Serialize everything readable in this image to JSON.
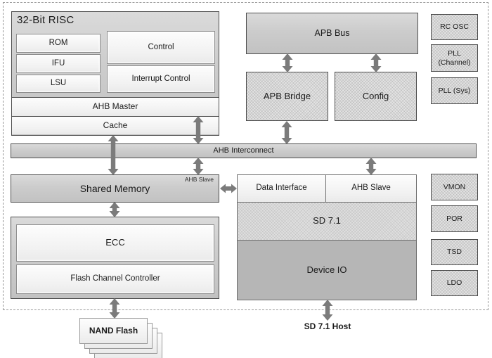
{
  "risc": {
    "title": "32-Bit RISC",
    "rom": "ROM",
    "ifu": "IFU",
    "lsu": "LSU",
    "control": "Control",
    "interrupt_control": "Interrupt Control",
    "ahb_master": "AHB Master",
    "cache": "Cache"
  },
  "apb_bus": "APB Bus",
  "apb_bridge": "APB Bridge",
  "config": "Config",
  "clocks": [
    {
      "label": "RC OSC"
    },
    {
      "label": "PLL (Channel)"
    },
    {
      "label": "PLL (Sys)"
    }
  ],
  "interconnect": "AHB Interconnect",
  "shared_memory": {
    "label": "Shared Memory",
    "ahb_slave_tag": "AHB Slave"
  },
  "sd_block": {
    "data_interface": "Data Interface",
    "ahb_slave": "AHB Slave",
    "sd": "SD 7.1",
    "device_io": "Device IO"
  },
  "flash_block": {
    "ecc": "ECC",
    "controller": "Flash Channel Controller"
  },
  "power": [
    {
      "label": "VMON"
    },
    {
      "label": "POR"
    },
    {
      "label": "TSD"
    },
    {
      "label": "LDO"
    }
  ],
  "nand_flash": "NAND Flash",
  "sd_host": "SD 7.1 Host",
  "colors": {
    "box_border": "#4d4d4d",
    "dashed_border": "#9a9a9a",
    "arrow": "#7b7b7b",
    "gray_fill": "#cccccc",
    "hatch_fill": "#e4e4e4",
    "device_io_fill": "#b6b6b6"
  }
}
